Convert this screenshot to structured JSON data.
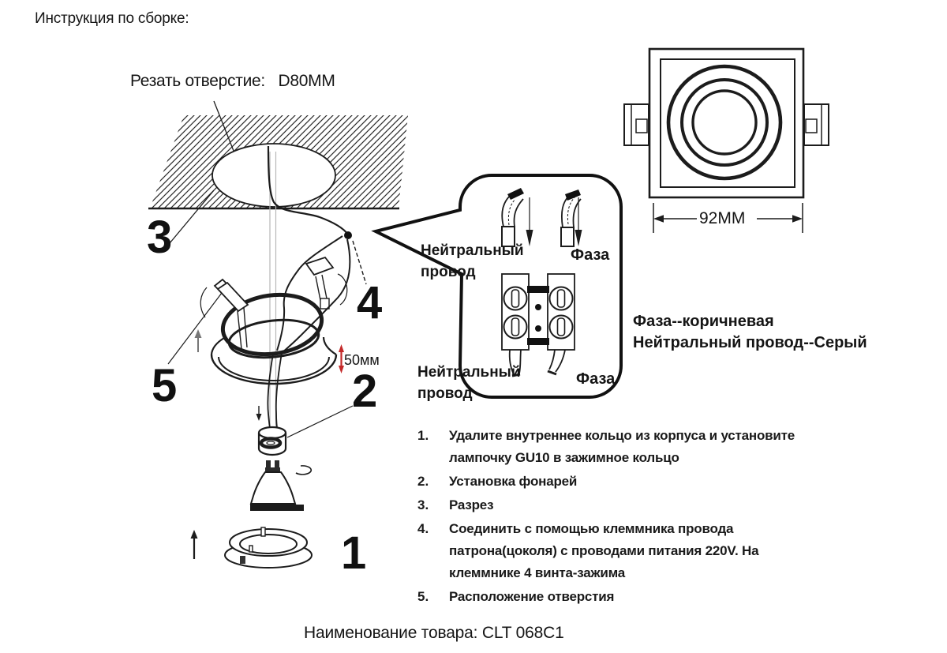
{
  "page": {
    "title": "Инструкция по сборке:",
    "product_label": "Наименование товара: CLT 068C1"
  },
  "diagram": {
    "cut_hole_label": "Резать отверстие:   D80MM",
    "hole_dimension": "D80MM",
    "part_numbers": {
      "n1": "1",
      "n2": "2",
      "n3": "3",
      "n4": "4",
      "n5": "5"
    },
    "depth_dimension": "50мм",
    "width_dimension": "92MM"
  },
  "wiring": {
    "neutral_top": "Нейтральный\nпровод",
    "phase_top": "Фаза",
    "neutral_bottom": "Нейтральный\nпровод",
    "phase_bottom": "Фаза",
    "legend": "Фаза--коричневая\nНейтральный провод--Серый"
  },
  "instructions": {
    "items": [
      {
        "num": "1.",
        "text": "Удалите внутреннее кольцо из корпуса и установите\nлампочку GU10 в зажимное кольцо"
      },
      {
        "num": "2.",
        "text": "Установка фонарей"
      },
      {
        "num": "3.",
        "text": "Разрез"
      },
      {
        "num": "4.",
        "text": "Соединить с помощью клеммника провода\nпатрона(цоколя) с проводами питания 220V. На\nклеммнике 4 винта-зажима"
      },
      {
        "num": "5.",
        "text": "Расположение отверстия"
      }
    ]
  },
  "colors": {
    "ink": "#1a1a1a",
    "dimension_red": "#c42a2a",
    "axis_gray": "#b8b8b8"
  }
}
